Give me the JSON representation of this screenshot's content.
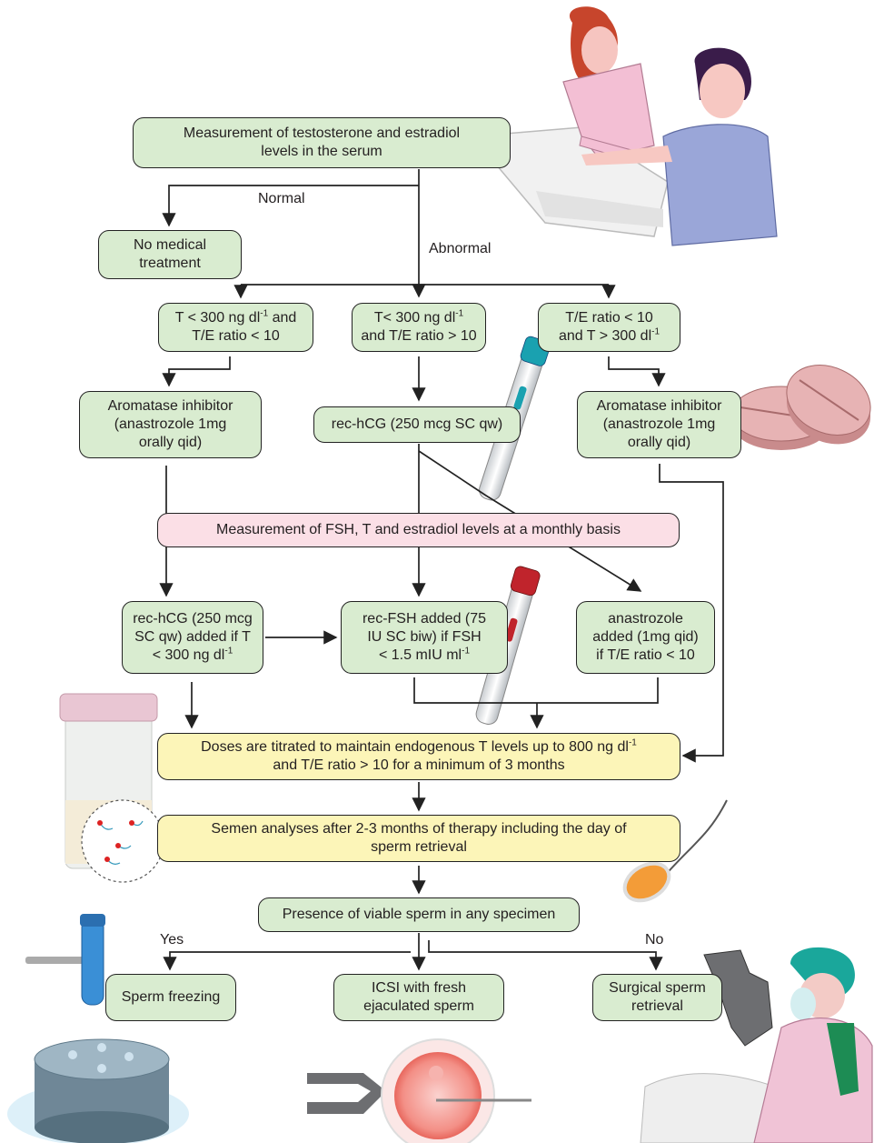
{
  "boxes": {
    "measure_serum": [
      "Measurement of testosterone and estradiol",
      "levels in the serum"
    ],
    "no_treatment": [
      "No medical",
      "treatment"
    ],
    "crit_left": {
      "l1a": "T < 300 ng dl",
      "l1sup": "-1",
      "l1b": " and",
      "l2": "T/E ratio < 10"
    },
    "crit_mid": {
      "l1a": "T< 300 ng dl",
      "l1sup": "-1",
      "l2": "and T/E ratio > 10"
    },
    "crit_right": {
      "l1": "T/E ratio < 10",
      "l2a": "and T > 300 dl",
      "l2sup": "-1"
    },
    "aromatase_left": [
      "Aromatase inhibitor",
      "(anastrozole 1mg",
      "orally qid)"
    ],
    "rec_hcg_mid": "rec-hCG (250 mcg SC qw)",
    "aromatase_right": [
      "Aromatase inhibitor",
      "(anastrozole 1mg",
      "orally qid)"
    ],
    "monthly_measure": "Measurement of FSH, T and estradiol levels at a monthly basis",
    "rec_hcg_added": {
      "l1": "rec-hCG (250 mcg",
      "l2": "SC qw) added if T",
      "l3a": "< 300 ng dl",
      "l3sup": "-1"
    },
    "rec_fsh_added": {
      "l1": "rec-FSH added (75",
      "l2": "IU SC biw) if FSH",
      "l3a": "< 1.5 mIU ml",
      "l3sup": "-1"
    },
    "anastrozole_added": [
      "anastrozole",
      "added (1mg qid)",
      "if T/E ratio < 10"
    ],
    "titration": {
      "l1a": "Doses are titrated to maintain endogenous T levels up to 800 ng dl",
      "l1sup": "-1",
      "l2": "and T/E ratio > 10 for a minimum of 3 months"
    },
    "semen_analyses": [
      "Semen analyses after 2-3 months of therapy including the day of",
      "sperm retrieval"
    ],
    "viable_sperm": "Presence of viable sperm in any specimen",
    "sperm_freezing": "Sperm freezing",
    "icsi": [
      "ICSI with fresh",
      "ejaculated sperm"
    ],
    "surgical": [
      "Surgical sperm",
      "retrieval"
    ]
  },
  "labels": {
    "normal": "Normal",
    "abnormal": "Abnormal",
    "yes": "Yes",
    "no": "No"
  },
  "colors": {
    "green_box": "#d9ecd0",
    "pink_box": "#fbdfe6",
    "yellow_box": "#fcf5b8",
    "line": "#222222"
  },
  "illustrations": [
    "nurse-drawing-blood",
    "hcg-injection-pen-teal",
    "pills",
    "fsh-injection-pen-red",
    "sample-jar-with-sperm",
    "sperm-cell",
    "cryo-tube-freezer",
    "icsi-egg-injection",
    "surgeon-microscope"
  ]
}
